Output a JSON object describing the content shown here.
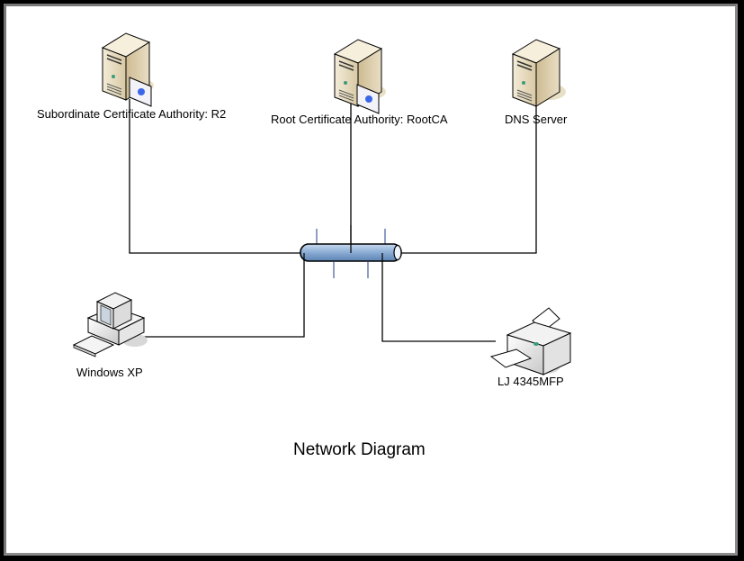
{
  "diagram": {
    "title": "Network Diagram",
    "nodes": [
      {
        "id": "sub-ca",
        "type": "server-certificate",
        "label": "Subordinate Certificate Authority: R2"
      },
      {
        "id": "root-ca",
        "type": "server-certificate",
        "label": "Root Certificate Authority: RootCA"
      },
      {
        "id": "dns",
        "type": "server",
        "label": "DNS Server"
      },
      {
        "id": "winxp",
        "type": "workstation",
        "label": "Windows XP"
      },
      {
        "id": "printer",
        "type": "printer",
        "label": "LJ 4345MFP"
      },
      {
        "id": "hub",
        "type": "ethernet-bus",
        "label": ""
      }
    ],
    "edges": [
      {
        "from": "sub-ca",
        "to": "hub"
      },
      {
        "from": "root-ca",
        "to": "hub"
      },
      {
        "from": "dns",
        "to": "hub"
      },
      {
        "from": "winxp",
        "to": "hub"
      },
      {
        "from": "printer",
        "to": "hub"
      }
    ],
    "colors": {
      "frame": "#000000",
      "bus": "#8fb0d6",
      "server": "#e8dcc0",
      "cert_dot": "#3a66e8"
    }
  }
}
